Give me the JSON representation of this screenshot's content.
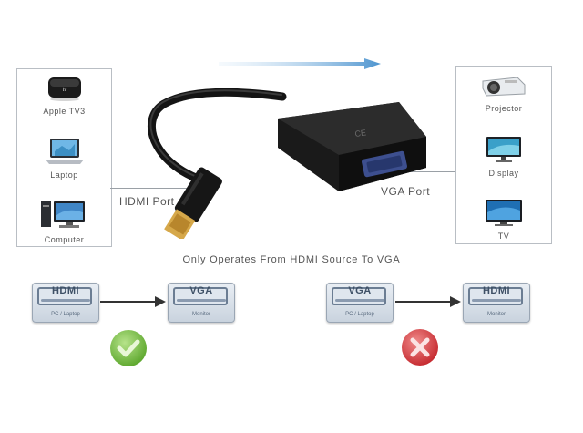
{
  "left_devices": [
    {
      "label": "Apple TV3",
      "icon": "apple-tv-icon"
    },
    {
      "label": "Laptop",
      "icon": "laptop-icon"
    },
    {
      "label": "Computer",
      "icon": "computer-icon"
    }
  ],
  "right_devices": [
    {
      "label": "Projector",
      "icon": "projector-icon"
    },
    {
      "label": "Display",
      "icon": "display-icon"
    },
    {
      "label": "TV",
      "icon": "tv-icon"
    }
  ],
  "hdmi_port_label": "HDMI Port",
  "vga_port_label": "VGA Port",
  "adapter_marking": "CE",
  "caption": "Only Operates From HDMI Source To VGA",
  "diagram_ok": {
    "source": {
      "title": "HDMI",
      "sub": "PC / Laptop"
    },
    "target": {
      "title": "VGA",
      "sub": "Monitor"
    },
    "result_icon": "check-icon",
    "result_color": "#6fbf3a"
  },
  "diagram_bad": {
    "source": {
      "title": "VGA",
      "sub": "PC / Laptop"
    },
    "target": {
      "title": "HDMI",
      "sub": "Monitor"
    },
    "result_icon": "cross-icon",
    "result_color": "#d9333a"
  }
}
